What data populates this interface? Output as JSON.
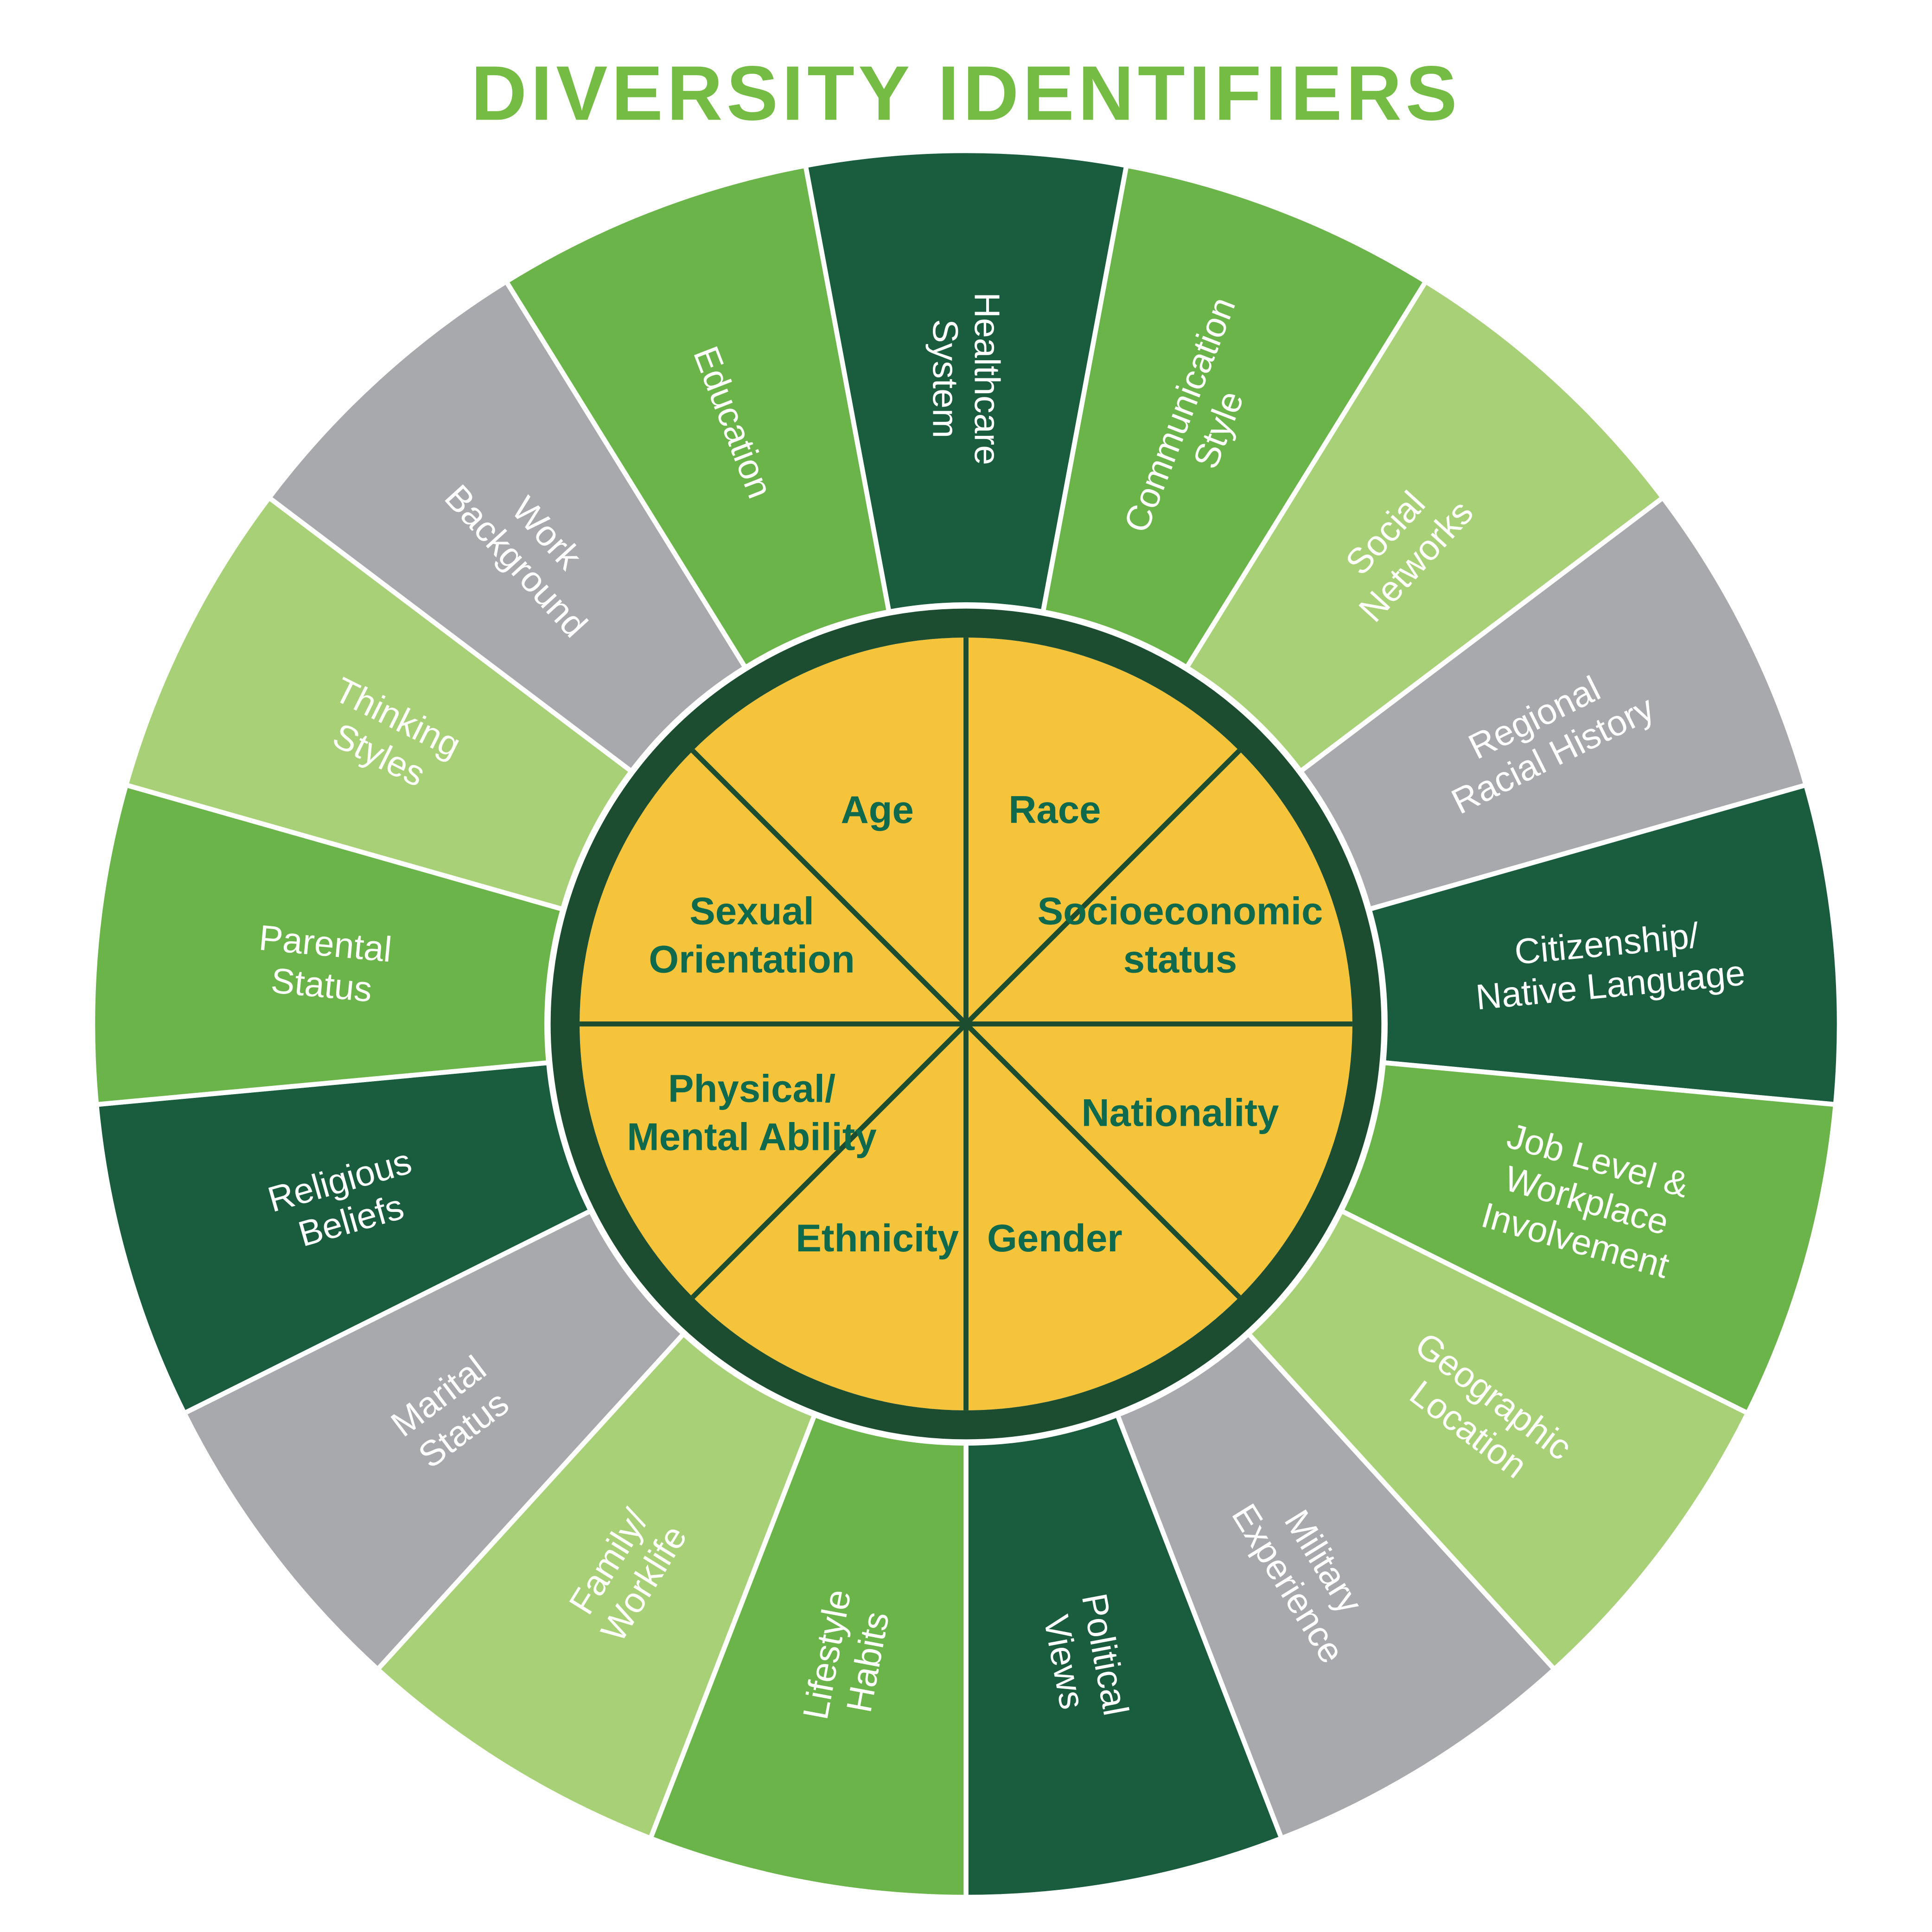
{
  "title": "DIVERSITY IDENTIFIERS",
  "colors": {
    "title": "#74BC44",
    "dark_green": "#1A5C3E",
    "medium_green": "#6BB44A",
    "light_green": "#A8D077",
    "gray": "#A7A9AC",
    "yellow": "#F6C43A",
    "ring": "#1C4D31",
    "inner_text": "#0F6A4D",
    "outer_text": "#FFFFFF",
    "background": "#FFFFFF"
  },
  "wheel": {
    "outer_segments": [
      {
        "lines": [
          "Healthcare",
          "System"
        ],
        "color": "dark_green"
      },
      {
        "lines": [
          "Communication",
          "Style"
        ],
        "color": "medium_green"
      },
      {
        "lines": [
          "Social",
          "Networks"
        ],
        "color": "light_green"
      },
      {
        "lines": [
          "Regional",
          "Racial History"
        ],
        "color": "gray"
      },
      {
        "lines": [
          "Citizenship/",
          "Native Language"
        ],
        "color": "dark_green"
      },
      {
        "lines": [
          "Job Level &",
          "Workplace",
          "Involvement"
        ],
        "color": "medium_green"
      },
      {
        "lines": [
          "Geographic",
          "Location"
        ],
        "color": "light_green"
      },
      {
        "lines": [
          "Military",
          "Experience"
        ],
        "color": "gray"
      },
      {
        "lines": [
          "Political",
          "Views"
        ],
        "color": "dark_green"
      },
      {
        "lines": [
          "Lifestyle",
          "Habits"
        ],
        "color": "medium_green"
      },
      {
        "lines": [
          "Family/",
          "Worklife"
        ],
        "color": "light_green"
      },
      {
        "lines": [
          "Marital",
          "Status"
        ],
        "color": "gray"
      },
      {
        "lines": [
          "Religious",
          "Beliefs"
        ],
        "color": "dark_green"
      },
      {
        "lines": [
          "Parental",
          "Status"
        ],
        "color": "medium_green"
      },
      {
        "lines": [
          "Thinking",
          "Styles"
        ],
        "color": "light_green"
      },
      {
        "lines": [
          "Work",
          "Background"
        ],
        "color": "gray"
      },
      {
        "lines": [
          "Education"
        ],
        "color": "medium_green"
      }
    ],
    "inner_segments": [
      {
        "lines": [
          "Race"
        ]
      },
      {
        "lines": [
          "Socioeconomic",
          "status"
        ]
      },
      {
        "lines": [
          "Nationality"
        ]
      },
      {
        "lines": [
          "Gender"
        ]
      },
      {
        "lines": [
          "Ethnicity"
        ]
      },
      {
        "lines": [
          "Physical/",
          "Mental Ability"
        ]
      },
      {
        "lines": [
          "Sexual",
          "Orientation"
        ]
      },
      {
        "lines": [
          "Age"
        ]
      }
    ]
  }
}
